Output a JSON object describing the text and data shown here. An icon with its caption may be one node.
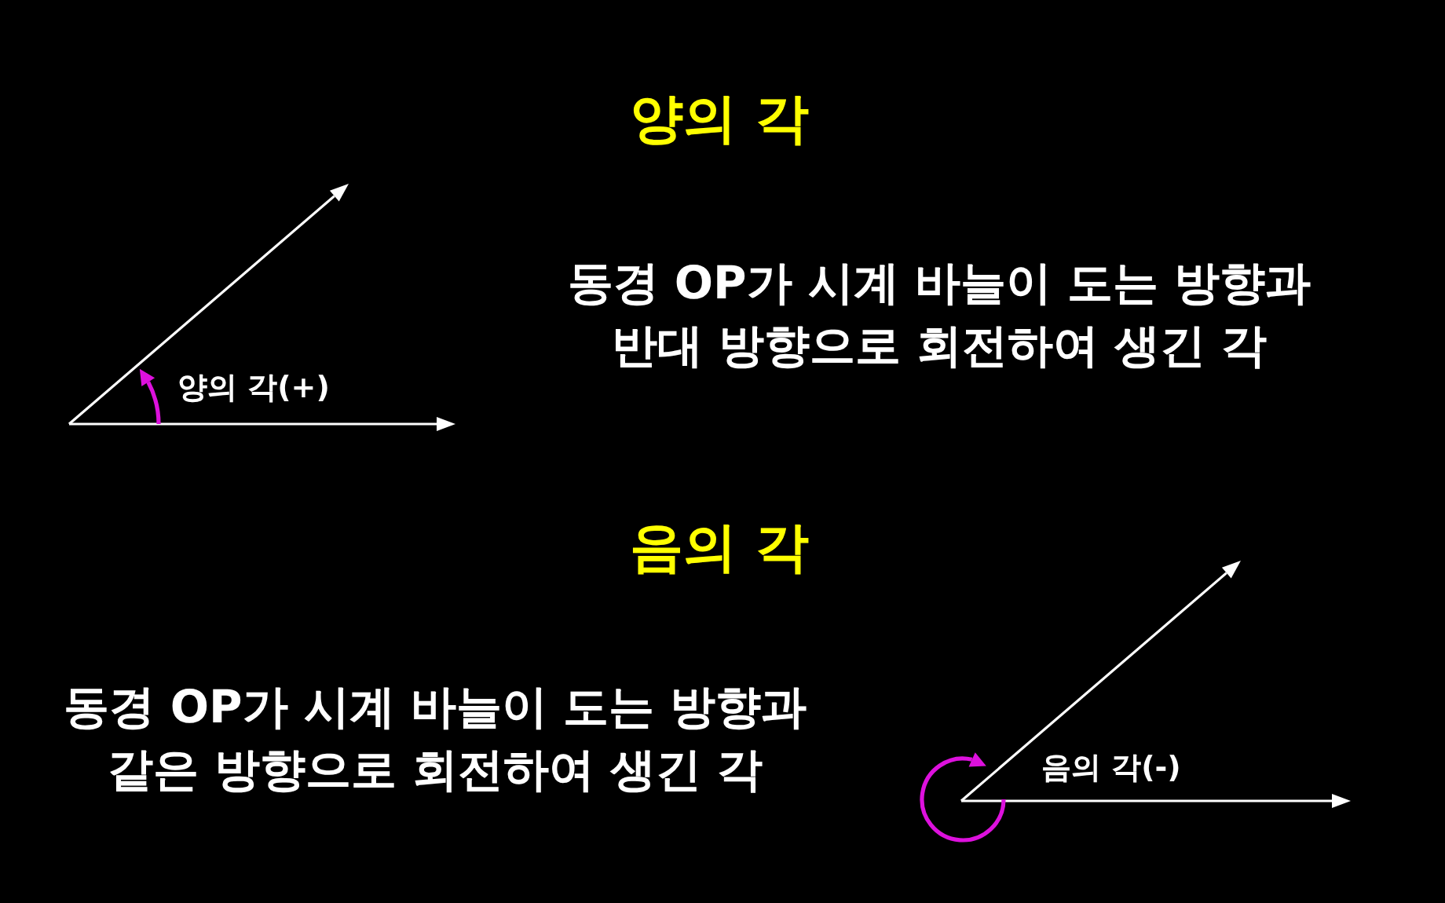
{
  "diagram": {
    "labels": [
      "양의 각",
      "동경 OP가 시계 바늘이 도는 방향과 반대 방향으로 회전하여 생긴 각",
      "양의 각(+)",
      "음의 각",
      "동경 OP가 시계 바늘이 도는 방향과 같은 방향으로 회전하여 생긴 각",
      "음의 각(-)"
    ]
  }
}
